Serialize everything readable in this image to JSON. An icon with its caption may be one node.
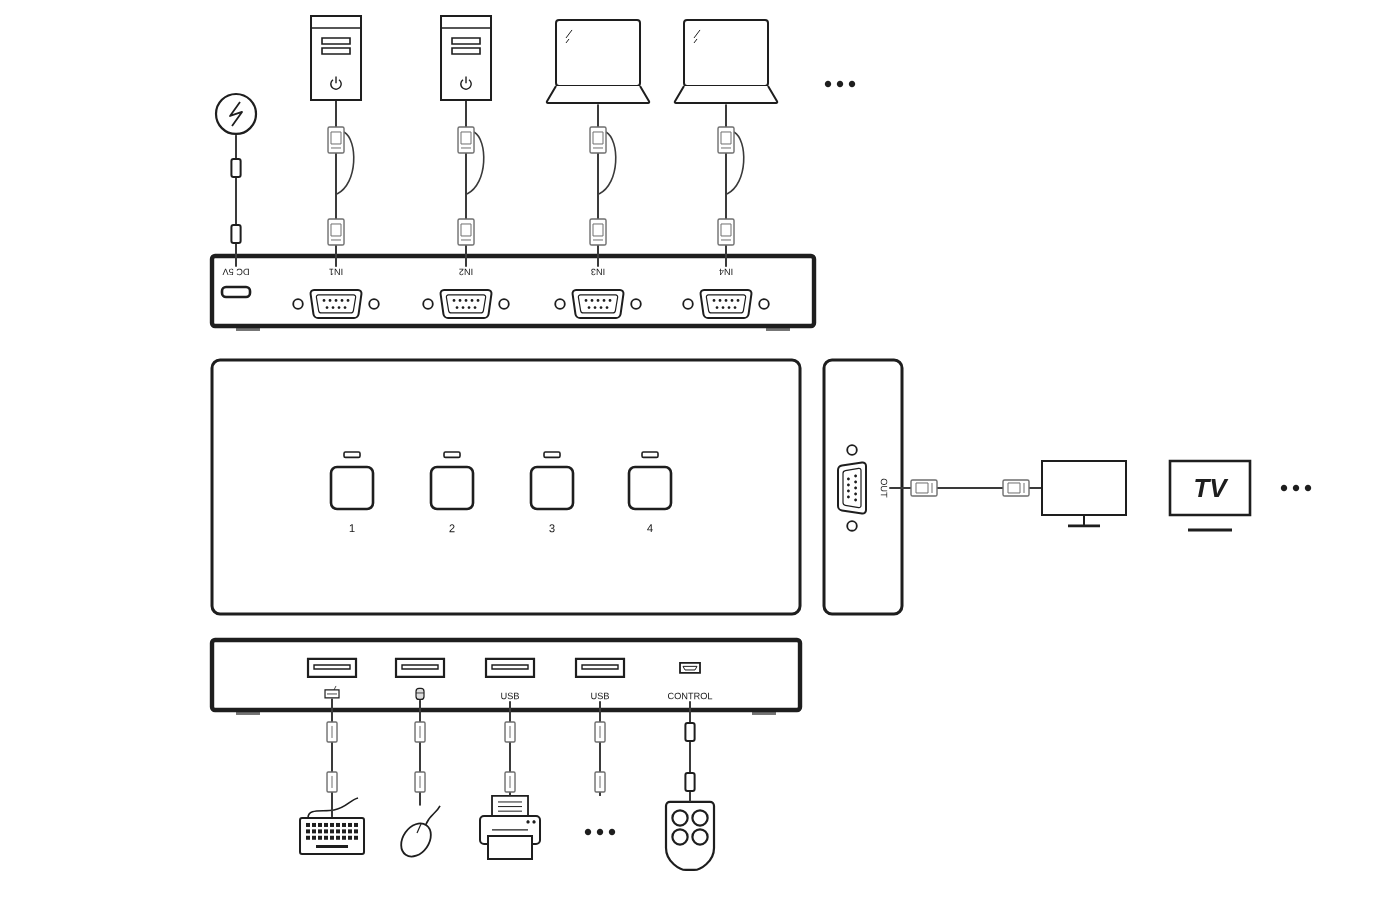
{
  "diagram": {
    "nodes": [
      {
        "text": [],
        "shape": "circle"
      },
      {
        "text": [],
        "shape": "picture"
      },
      {
        "text": [],
        "shape": "picture"
      },
      {
        "text": [],
        "shape": "picture"
      },
      {
        "text": [],
        "shape": "picture"
      },
      {
        "text": [],
        "shape": "box"
      },
      {
        "text": [
          "DC 5V"
        ],
        "in": 5
      },
      {
        "text": [
          "IN1"
        ],
        "in": 5
      },
      {
        "text": [
          "IN2"
        ],
        "in": 5
      },
      {
        "text": [
          "IN3"
        ],
        "in": 5
      },
      {
        "text": [
          "IN4"
        ],
        "in": 5
      },
      {
        "text": [],
        "shape": "box"
      },
      {
        "text": [
          "1"
        ],
        "in": 11
      },
      {
        "text": [
          "2"
        ],
        "in": 11
      },
      {
        "text": [
          "3"
        ],
        "in": 11
      },
      {
        "text": [
          "4"
        ],
        "in": 11
      },
      {
        "text": [],
        "shape": "box"
      },
      {
        "text": [
          "OUT"
        ],
        "in": 16
      },
      {
        "text": [],
        "shape": "picture"
      },
      {
        "text": [
          "TV"
        ]
      },
      {
        "text": [],
        "shape": "box"
      },
      {
        "text": [],
        "shape": "picture",
        "in": 20
      },
      {
        "text": [],
        "shape": "picture",
        "in": 20
      },
      {
        "text": [
          "USB"
        ],
        "in": 20
      },
      {
        "text": [
          "USB"
        ],
        "in": 20
      },
      {
        "text": [
          "CONTROL"
        ],
        "in": 20
      },
      {
        "text": [],
        "shape": "picture"
      },
      {
        "text": [],
        "shape": "picture"
      },
      {
        "text": [],
        "shape": "picture"
      },
      {
        "text": [],
        "shape": "picture"
      }
    ],
    "edges": [
      {
        "from": 0,
        "to": 6,
        "arrow": "none"
      },
      {
        "from": 1,
        "to": 7,
        "arrow": "none"
      },
      {
        "from": 2,
        "to": 8,
        "arrow": "none"
      },
      {
        "from": 3,
        "to": 9,
        "arrow": "none"
      },
      {
        "from": 4,
        "to": 10,
        "arrow": "none"
      },
      {
        "from": 17,
        "to": 18,
        "arrow": "none"
      },
      {
        "from": 21,
        "to": 26,
        "arrow": "none"
      },
      {
        "from": 22,
        "to": 27,
        "arrow": "none"
      },
      {
        "from": 23,
        "to": 28,
        "arrow": "none"
      },
      {
        "from": 24,
        "to": null,
        "arrow": "none"
      },
      {
        "from": 25,
        "to": 29,
        "arrow": "none"
      }
    ]
  }
}
